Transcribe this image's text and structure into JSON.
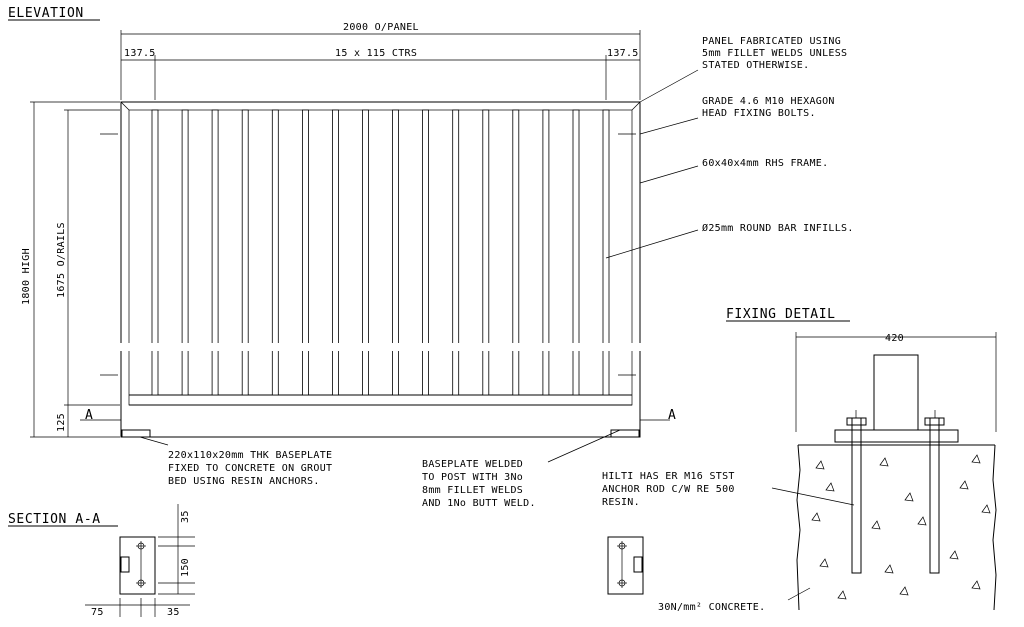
{
  "headings": {
    "elevation": "ELEVATION",
    "section": "SECTION A-A",
    "fixing": "FIXING DETAIL"
  },
  "dimensions": {
    "overall_panel": "2000 O/PANEL",
    "left_end": "137.5",
    "centres": "15 x 115 CTRS",
    "right_end": "137.5",
    "height": "1800 HIGH",
    "rails": "1675 O/RAILS",
    "bottom_gap": "125",
    "plate_width": "420",
    "sec_top": "35",
    "sec_mid": "150",
    "sec_bottom_left": "75",
    "sec_bottom_right": "35"
  },
  "section_markers": {
    "left": "A",
    "right": "A"
  },
  "notes": {
    "fabrication": [
      "PANEL FABRICATED USING",
      "5mm FILLET WELDS UNLESS",
      "STATED OTHERWISE."
    ],
    "bolts": [
      "GRADE 4.6 M10 HEXAGON",
      "HEAD FIXING BOLTS."
    ],
    "frame": [
      "60x40x4mm RHS FRAME."
    ],
    "infill": [
      "Ø25mm ROUND BAR INFILLS."
    ],
    "baseplate": [
      "220x110x20mm THK BASEPLATE",
      "FIXED TO CONCRETE ON GROUT",
      "BED USING RESIN ANCHORS."
    ],
    "weld": [
      "BASEPLATE WELDED",
      "TO POST WITH 3No",
      "8mm FILLET WELDS",
      "AND 1No BUTT WELD."
    ],
    "anchor": [
      "HILTI HAS ER M16 STST",
      "ANCHOR ROD C/W RE 500",
      "RESIN."
    ],
    "concrete": [
      "30N/mm² CONCRETE."
    ]
  }
}
